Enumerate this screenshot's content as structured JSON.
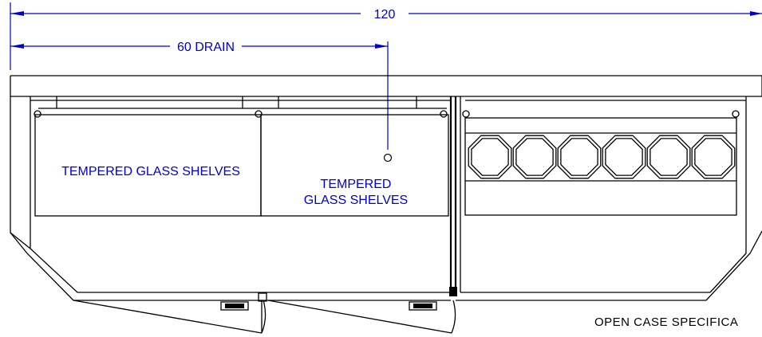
{
  "dimensions": {
    "overall": {
      "value": "120"
    },
    "drain": {
      "value": "60 DRAIN"
    }
  },
  "labels": {
    "shelves_left": "TEMPERED GLASS SHELVES",
    "shelves_center_line1": "TEMPERED",
    "shelves_center_line2": "GLASS SHELVES",
    "case_note": "OPEN CASE SPECIFICA"
  },
  "colors": {
    "dimension": "#0000cc",
    "linework": "#000000",
    "background": "#ffffff"
  },
  "bottles": {
    "count": 6
  }
}
